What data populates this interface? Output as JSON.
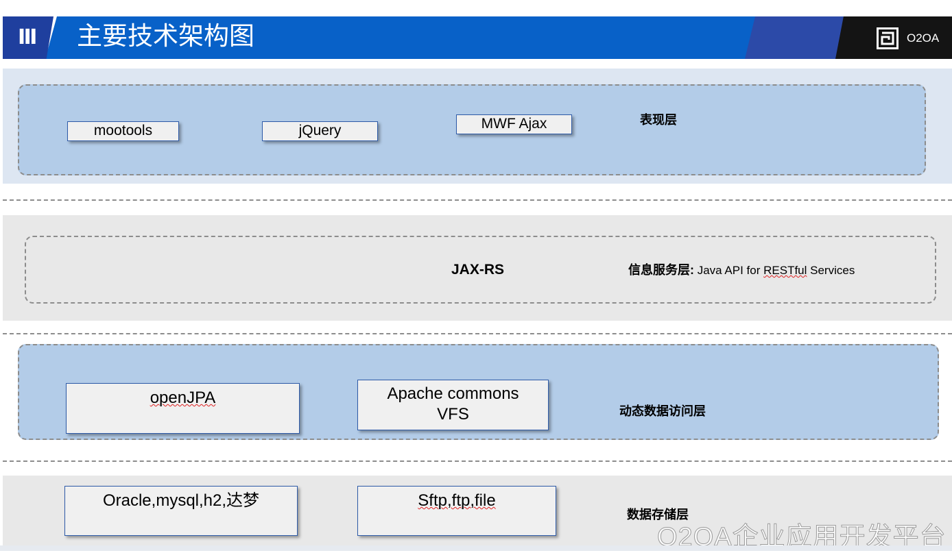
{
  "header": {
    "section_number": "Ⅲ",
    "title": "主要技术架构图",
    "brand_name": "O2OA"
  },
  "layers": {
    "presentation": {
      "label": "表现层",
      "items": [
        "mootools",
        "jQuery",
        "MWF Ajax"
      ]
    },
    "service": {
      "label": "信息服务层:",
      "desc_prefix": " Java API for ",
      "desc_wavy": "RESTful",
      "desc_suffix": " Services",
      "center_text": "JAX-RS"
    },
    "data_access": {
      "label": "动态数据访问层",
      "items": [
        {
          "lines": [
            "openJPA"
          ]
        },
        {
          "lines": [
            "Apache commons",
            "VFS"
          ]
        }
      ]
    },
    "storage": {
      "label": "数据存储层",
      "items": [
        "Oracle,mysql,h2,达梦",
        "Sftp,ftp,file"
      ]
    }
  },
  "watermark": "O2OA企业应用开发平台",
  "colors": {
    "banner_blue": "#0861c8",
    "banner_dark_blue": "#1f3f9e",
    "banner_black": "#141414",
    "band_blue": "#b3cce8",
    "band_gray": "#e8e8e8",
    "box_border": "#2d5aa8"
  }
}
